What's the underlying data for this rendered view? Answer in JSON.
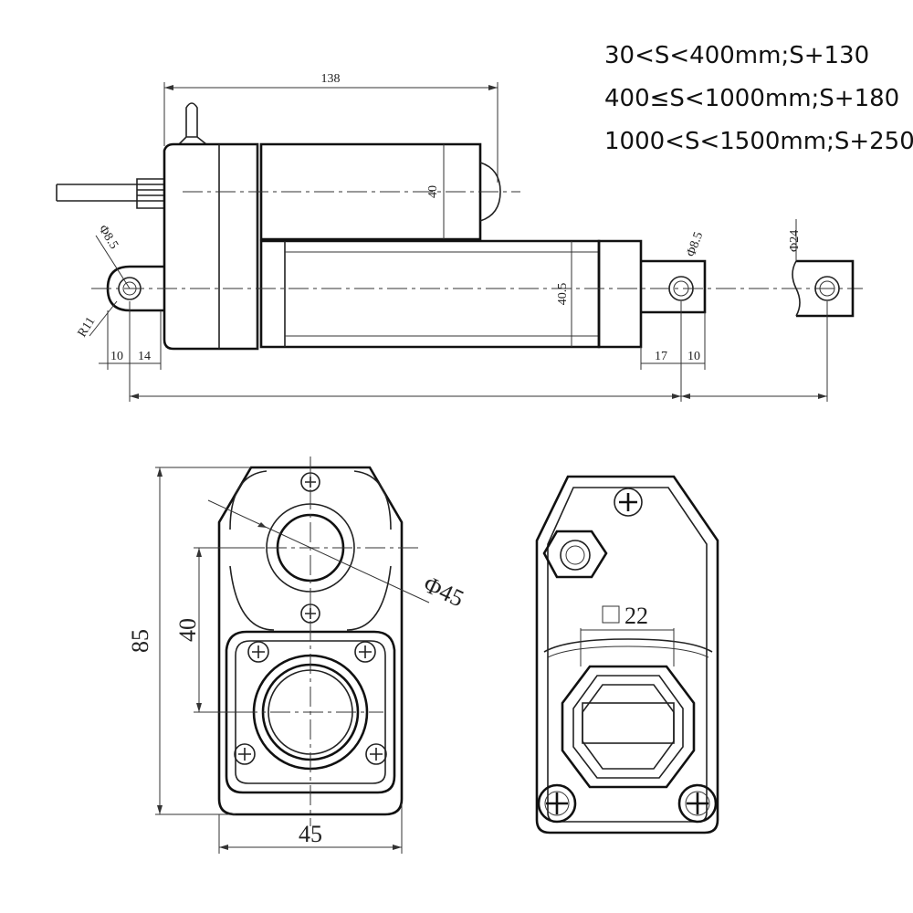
{
  "stroke_notes": [
    "30<S<400mm;S+130",
    "400≤S<1000mm;S+180",
    "1000<S<1500mm;S+250"
  ],
  "side_view": {
    "overall_length": "138",
    "motor_diameter": "40",
    "tube_diameter": "40.5",
    "rear_hole": "Φ8.5",
    "rear_radius": "R11",
    "rear_offset_a": "10",
    "rear_offset_b": "14",
    "rod_hole": "Φ8.5",
    "rod_offset_a": "17",
    "rod_offset_b": "10",
    "rod_end_diameter": "Φ24"
  },
  "front_view": {
    "height": "85",
    "width": "45",
    "bolt_spacing": "40",
    "motor_diameter": "Φ45"
  },
  "rear_view": {
    "square_size": "22"
  }
}
